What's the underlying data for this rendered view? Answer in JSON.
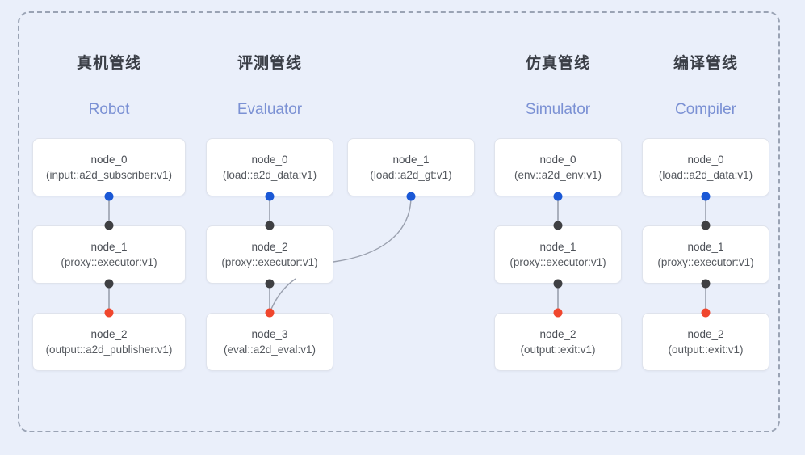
{
  "diagram": {
    "background_color": "#eaeffa",
    "frame_border_color": "#9aa3b4",
    "port_colors": {
      "input": "#1a58d6",
      "middle": "#3f4043",
      "output": "#f0462d"
    },
    "edge_color": "#8d93a3"
  },
  "columns": [
    {
      "title_cn": "真机管线",
      "title_en": "Robot",
      "nodes": [
        {
          "id": "node_0",
          "type": "(input::a2d_subscriber:v1)"
        },
        {
          "id": "node_1",
          "type": "(proxy::executor:v1)"
        },
        {
          "id": "node_2",
          "type": "(output::a2d_publisher:v1)"
        }
      ]
    },
    {
      "title_cn": "评测管线",
      "title_en": "Evaluator",
      "nodes": [
        {
          "id": "node_0",
          "type": "(load::a2d_data:v1)"
        },
        {
          "id": "node_1",
          "type": "(load::a2d_gt:v1)"
        },
        {
          "id": "node_2",
          "type": "(proxy::executor:v1)"
        },
        {
          "id": "node_3",
          "type": "(eval::a2d_eval:v1)"
        }
      ]
    },
    {
      "title_cn": "仿真管线",
      "title_en": "Simulator",
      "nodes": [
        {
          "id": "node_0",
          "type": "(env::a2d_env:v1)"
        },
        {
          "id": "node_1",
          "type": "(proxy::executor:v1)"
        },
        {
          "id": "node_2",
          "type": "(output::exit:v1)"
        }
      ]
    },
    {
      "title_cn": "编译管线",
      "title_en": "Compiler",
      "nodes": [
        {
          "id": "node_0",
          "type": "(load::a2d_data:v1)"
        },
        {
          "id": "node_1",
          "type": "(proxy::executor:v1)"
        },
        {
          "id": "node_2",
          "type": "(output::exit:v1)"
        }
      ]
    }
  ]
}
